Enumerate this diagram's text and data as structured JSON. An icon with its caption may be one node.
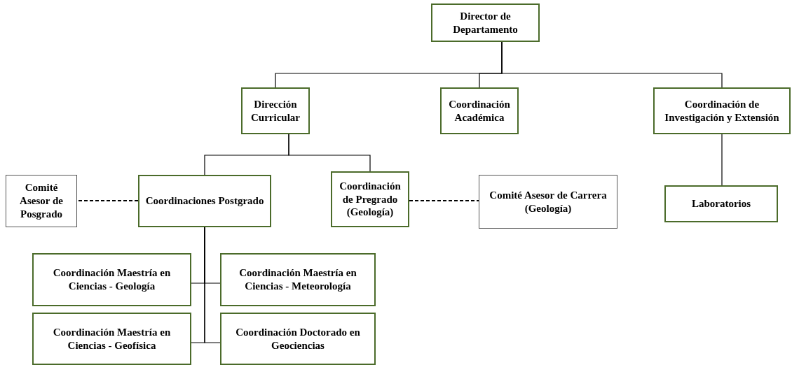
{
  "diagram": {
    "nodes": [
      {
        "text": [
          "Director de Departamento"
        ]
      },
      {
        "text": [
          "Dirección Curricular"
        ]
      },
      {
        "text": [
          "Coordinación Académica"
        ]
      },
      {
        "text": [
          "Coordinación de Investigación y Extensión"
        ]
      },
      {
        "text": [
          "Comité Asesor de Posgrado"
        ]
      },
      {
        "text": [
          "Coordinaciones Postgrado"
        ]
      },
      {
        "text": [
          "Coordinación de Pregrado (Geología)"
        ]
      },
      {
        "text": [
          "Comité Asesor de Carrera (Geología)"
        ]
      },
      {
        "text": [
          "Laboratorios"
        ]
      },
      {
        "text": [
          "Coordinación Maestría en Ciencias - Geología"
        ]
      },
      {
        "text": [
          "Coordinación Maestría en Ciencias - Meteorología"
        ]
      },
      {
        "text": [
          "Coordinación Maestría en Ciencias - Geofísica"
        ]
      },
      {
        "text": [
          "Coordinación Doctorado en Geociencias"
        ]
      }
    ],
    "edges": [
      {
        "from": 0,
        "to": 1,
        "arrow": "none"
      },
      {
        "from": 0,
        "to": 2,
        "arrow": "none"
      },
      {
        "from": 0,
        "to": 3,
        "arrow": "none"
      },
      {
        "from": 1,
        "to": 5,
        "arrow": "none"
      },
      {
        "from": 1,
        "to": 6,
        "arrow": "none"
      },
      {
        "from": 5,
        "to": 4,
        "arrow": "none",
        "style": "dashed"
      },
      {
        "from": 6,
        "to": 7,
        "arrow": "none",
        "style": "dashed"
      },
      {
        "from": 3,
        "to": 8,
        "arrow": "none"
      },
      {
        "from": 5,
        "to": 9,
        "arrow": "none"
      },
      {
        "from": 5,
        "to": 10,
        "arrow": "none"
      },
      {
        "from": 5,
        "to": 11,
        "arrow": "none"
      },
      {
        "from": 5,
        "to": 12,
        "arrow": "none"
      }
    ]
  }
}
